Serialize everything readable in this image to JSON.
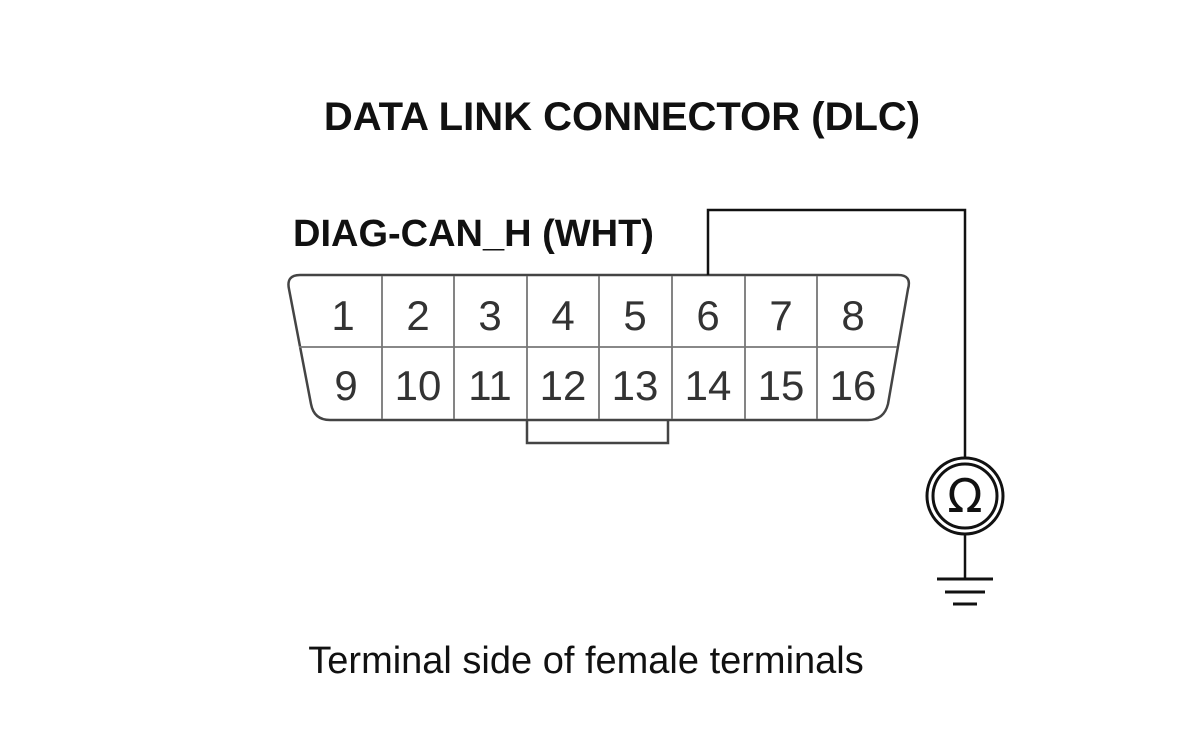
{
  "title": "DATA LINK CONNECTOR (DLC)",
  "terminal_label": "DIAG-CAN_H (WHT)",
  "caption": "Terminal side of female terminals",
  "meter_symbol": "Ω",
  "connector": {
    "top_row": [
      "1",
      "2",
      "3",
      "4",
      "5",
      "6",
      "7",
      "8"
    ],
    "bottom_row": [
      "9",
      "10",
      "11",
      "12",
      "13",
      "14",
      "15",
      "16"
    ]
  },
  "meter_icon": "ohmmeter-icon",
  "ground_icon": "ground-icon"
}
